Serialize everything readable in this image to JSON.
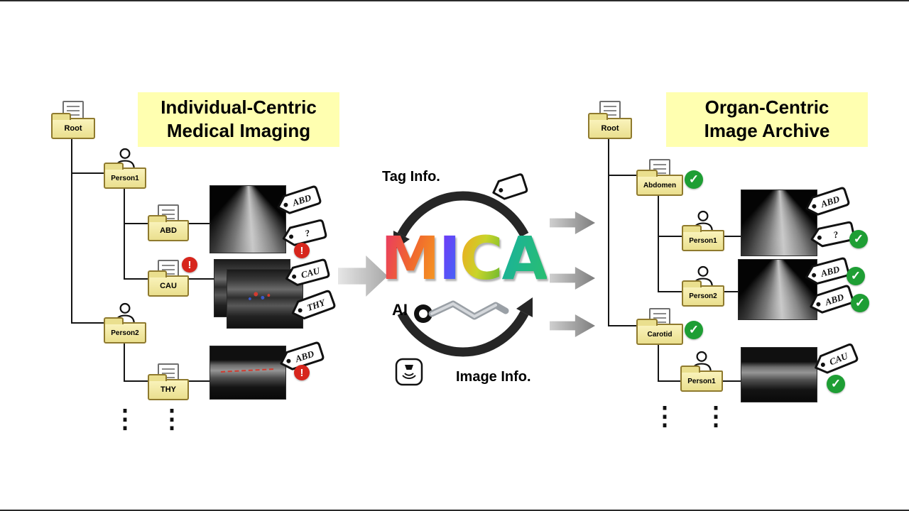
{
  "left": {
    "title_line1": "Individual-Centric",
    "title_line2": "Medical Imaging",
    "root_label": "Root",
    "person1_label": "Person1",
    "person2_label": "Person2",
    "folder_abd": "ABD",
    "folder_cau": "CAU",
    "folder_thy": "THY",
    "tag_abd_top": "ABD",
    "tag_question": "?",
    "tag_cau": "CAU",
    "tag_thy": "THY",
    "tag_abd_bottom": "ABD",
    "warning_mark": "!",
    "ellipsis": "⋮"
  },
  "center": {
    "tag_info_label": "Tag Info.",
    "image_info_label": "Image Info.",
    "ai_label": "AI",
    "logo_letters": [
      "M",
      "I",
      "C",
      "A"
    ]
  },
  "right": {
    "title_line1": "Organ-Centric",
    "title_line2": "Image Archive",
    "root_label": "Root",
    "folder_abdomen": "Abdomen",
    "folder_carotid": "Carotid",
    "person1_abdomen_label": "Person1",
    "person2_abdomen_label": "Person2",
    "person1_carotid_label": "Person1",
    "tag_abd_1": "ABD",
    "tag_question": "?",
    "tag_abd_2": "ABD",
    "tag_abd_3": "ABD",
    "tag_cau": "CAU",
    "check_mark": "✓",
    "ellipsis": "⋮"
  },
  "colors": {
    "highlight_yellow": "#ffffb0",
    "folder_fill": "#f3e9a3",
    "folder_border": "#8f7a2e",
    "warning_red": "#d7261d",
    "check_green": "#1e9e34",
    "arrow_gray": "#9a9a9a",
    "cycle_black": "#262626",
    "logo_gradients": {
      "M": [
        "#e8336d",
        "#f6a21e"
      ],
      "I": [
        "#7b2ff7",
        "#3a6ff7"
      ],
      "C": [
        "#f6a21e",
        "#5db52f"
      ],
      "A": [
        "#17b0a0",
        "#2bbf6e"
      ]
    }
  }
}
